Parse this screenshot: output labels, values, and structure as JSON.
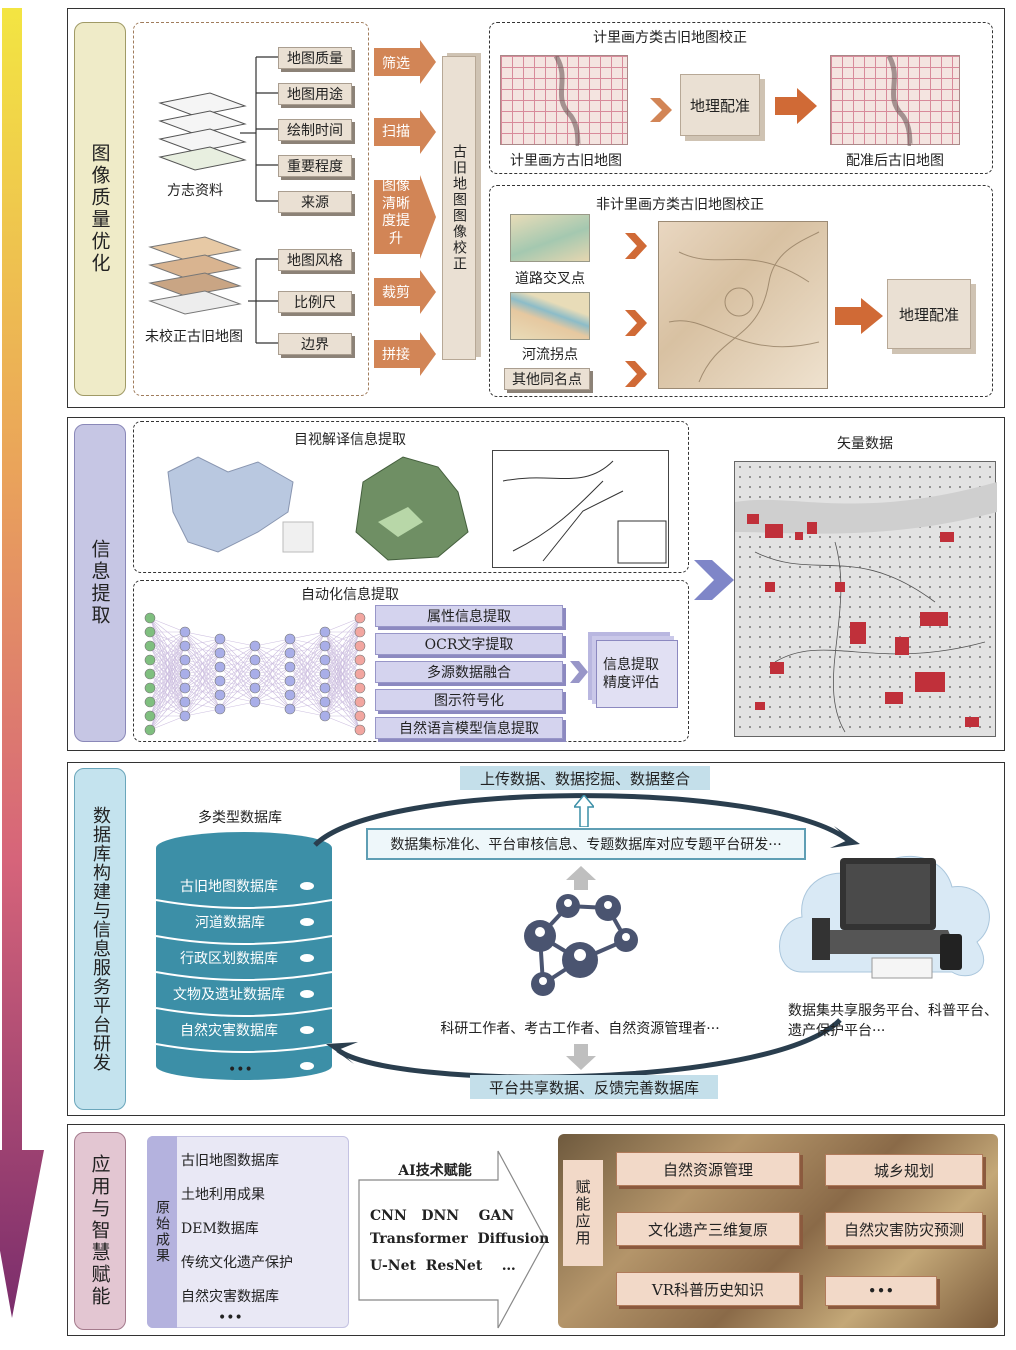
{
  "section1": {
    "title": "图像质量优化",
    "source1": {
      "label": "方志资料",
      "items": [
        "地图质量",
        "地图用途",
        "绘制时间",
        "重要程度",
        "来源"
      ]
    },
    "source2": {
      "label": "未校正古旧地图",
      "items": [
        "地图风格",
        "比例尺",
        "边界"
      ]
    },
    "steps": [
      "筛选",
      "扫描",
      "图像清晰度提升",
      "裁剪",
      "拼接"
    ],
    "correction": "古旧地图图像校正",
    "grid": {
      "title": "计里画方类古旧地图校正",
      "input_label": "计里画方古旧地图",
      "process": "地理配准",
      "output_label": "配准后古旧地图"
    },
    "nongrid": {
      "title": "非计里画方类古旧地图校正",
      "points": [
        "道路交叉点",
        "河流拐点",
        "其他同名点"
      ],
      "process": "地理配准"
    }
  },
  "section2": {
    "title": "信息提取",
    "visual_title": "目视解译信息提取",
    "auto_title": "自动化信息提取",
    "methods": [
      "属性信息提取",
      "OCR文字提取",
      "多源数据融合",
      "图示符号化",
      "自然语言模型信息提取"
    ],
    "evaluation": "信息提取精度评估",
    "vector_title": "矢量数据"
  },
  "section3": {
    "title": "数据库构建与信息服务平台研发",
    "db_title": "多类型数据库",
    "databases": [
      "古旧地图数据库",
      "河道数据库",
      "行政区划数据库",
      "文物及遗址数据库",
      "自然灾害数据库",
      "•••"
    ],
    "top_flow": "上传数据、数据挖掘、数据整合",
    "standard": "数据集标准化、平台审核信息、专题数据库对应专题平台研发···",
    "users": "科研工作者、考古工作者、自然资源管理者···",
    "bottom_flow": "平台共享数据、反馈完善数据库",
    "platform": "数据集共享服务平台、科普平台、遗产保护平台···"
  },
  "section4": {
    "title": "应用与智慧赋能",
    "raw_label": "原始成果",
    "raw_items": [
      "古旧地图数据库",
      "土地利用成果",
      "DEM数据库",
      "传统文化遗产保护",
      "自然灾害数据库",
      "•••"
    ],
    "ai_title": "AI技术赋能",
    "ai_row1": "CNN   DNN    GAN",
    "ai_row2": "Transformer  Diffusion",
    "ai_row3": "U-Net  ResNet    …",
    "app_label": "赋能应用",
    "apps": [
      "自然资源管理",
      "城乡规划",
      "文化遗产三维复原",
      "自然灾害防灾预测",
      "VR科普历史知识",
      "•••"
    ]
  },
  "colors": {
    "s1": "#efebc8",
    "s2": "#c6c6e4",
    "s3": "#c4e3ee",
    "s4": "#e3c6d2",
    "accent": "#d28556",
    "db": "#3c8fa7"
  }
}
